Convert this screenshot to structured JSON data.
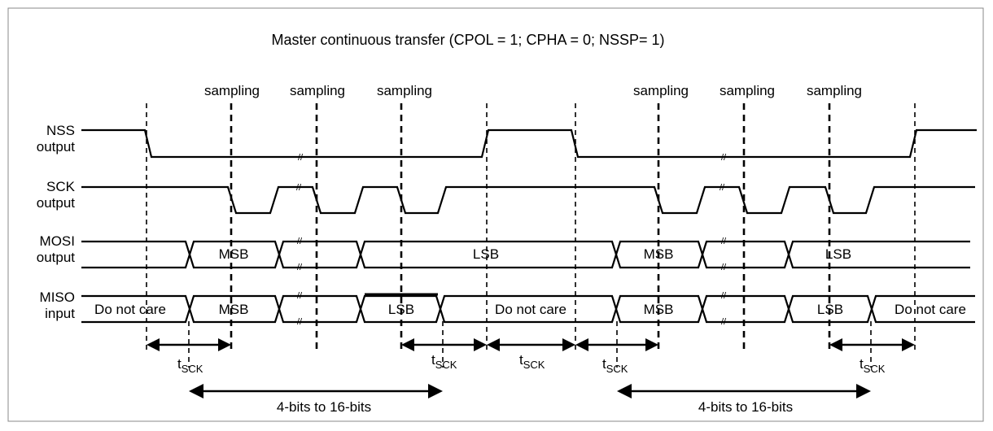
{
  "title": "Master continuous transfer (CPOL = 1; CPHA = 0; NSSP= 1)",
  "sampling_label": "sampling",
  "signals": {
    "nss": [
      "NSS",
      "output"
    ],
    "sck": [
      "SCK",
      "output"
    ],
    "mosi": [
      "MOSI",
      "output"
    ],
    "miso": [
      "MISO",
      "input"
    ]
  },
  "bus_labels": {
    "msb": "MSB",
    "lsb": "LSB",
    "do_not_care": "Do not care"
  },
  "timing": {
    "t": "t",
    "t_sub": "SCK",
    "frame_length": "4-bits to 16-bits"
  }
}
